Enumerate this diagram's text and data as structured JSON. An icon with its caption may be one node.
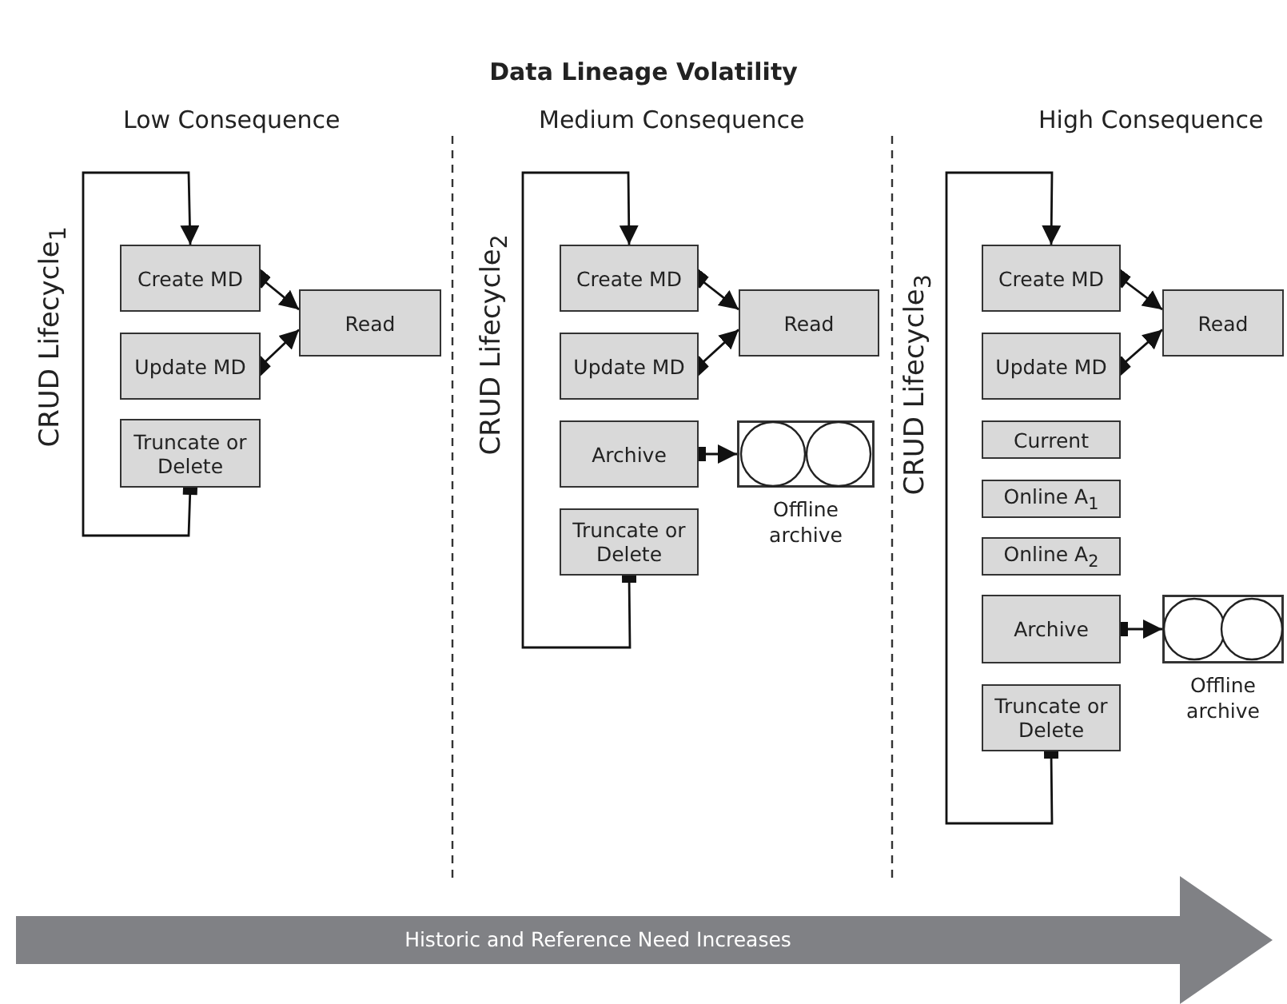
{
  "diagram": {
    "title": "Data Lineage Volatility",
    "nodes": [
      {
        "text": [
          "Create MD"
        ]
      },
      {
        "text": [
          "Update MD"
        ]
      },
      {
        "text": [
          "Truncate or Delete"
        ]
      },
      {
        "text": [
          "Read"
        ]
      },
      {
        "text": [
          "Create MD"
        ]
      },
      {
        "text": [
          "Update MD"
        ]
      },
      {
        "text": [
          "Read"
        ]
      },
      {
        "text": [
          "Archive"
        ]
      },
      {
        "text": [],
        "shape": "box",
        "beside": [
          "Offline archive"
        ]
      },
      {
        "text": [
          "Truncate or Delete"
        ]
      },
      {
        "text": [
          "Create MD"
        ]
      },
      {
        "text": [
          "Update MD"
        ]
      },
      {
        "text": [
          "Read"
        ]
      },
      {
        "text": [
          "Current"
        ]
      },
      {
        "text": [
          "Online A$_{1}$"
        ]
      },
      {
        "text": [
          "Online A$_{2}$"
        ]
      },
      {
        "text": [
          "Archive"
        ]
      },
      {
        "text": [],
        "shape": "box",
        "beside": [
          "Offline archive"
        ]
      },
      {
        "text": [
          "Truncate or Delete"
        ]
      },
      {
        "text": [
          "Historic and Reference Need Increases"
        ]
      }
    ],
    "edges": [
      {
        "from": 0,
        "to": 3,
        "arrow": "to"
      },
      {
        "from": 1,
        "to": 3,
        "arrow": "to"
      },
      {
        "from": 2,
        "to": 0,
        "arrow": "to"
      },
      {
        "from": 4,
        "to": 6,
        "arrow": "to"
      },
      {
        "from": 5,
        "to": 6,
        "arrow": "to"
      },
      {
        "from": 7,
        "to": 8,
        "arrow": "to"
      },
      {
        "from": 9,
        "to": 4,
        "arrow": "to"
      },
      {
        "from": 10,
        "to": 12,
        "arrow": "to"
      },
      {
        "from": 11,
        "to": 12,
        "arrow": "to"
      },
      {
        "from": 16,
        "to": 17,
        "arrow": "to"
      },
      {
        "from": 18,
        "to": 10,
        "arrow": "to"
      }
    ],
    "labels": [
      "Low Consequence",
      "Medium Consequence",
      "High Consequence",
      "CRUD Lifecycle$_{1}$",
      "CRUD Lifecycle$_{2}$",
      "CRUD Lifecycle$_{3}$"
    ]
  }
}
